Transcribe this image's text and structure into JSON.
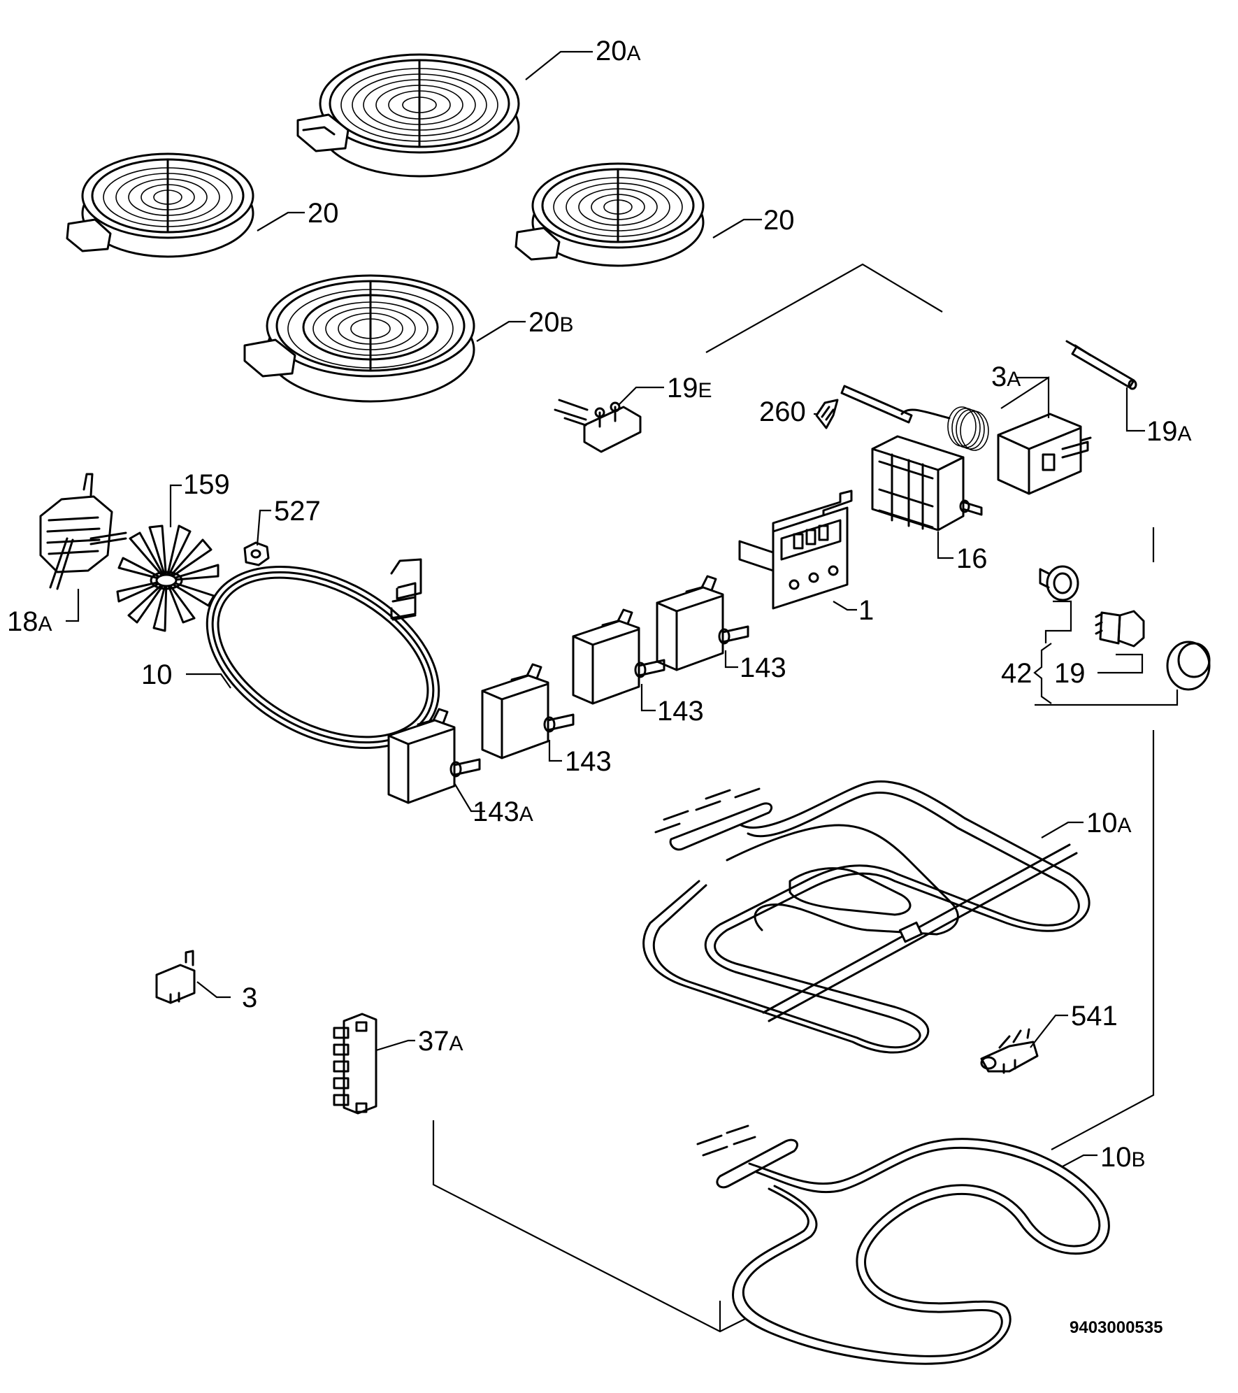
{
  "document_number": "9403000535",
  "labels": {
    "l20A": {
      "num": "20",
      "suffix": "A"
    },
    "l20_left": {
      "num": "20",
      "suffix": ""
    },
    "l20_right": {
      "num": "20",
      "suffix": ""
    },
    "l20B": {
      "num": "20",
      "suffix": "B"
    },
    "l19E": {
      "num": "19",
      "suffix": "E"
    },
    "l260": {
      "num": "260",
      "suffix": ""
    },
    "l3A": {
      "num": "3",
      "suffix": "A"
    },
    "l19A": {
      "num": "19",
      "suffix": "A"
    },
    "l159": {
      "num": "159",
      "suffix": ""
    },
    "l527": {
      "num": "527",
      "suffix": ""
    },
    "l18A": {
      "num": "18",
      "suffix": "A"
    },
    "l16": {
      "num": "16",
      "suffix": ""
    },
    "l1": {
      "num": "1",
      "suffix": ""
    },
    "l143_1": {
      "num": "143",
      "suffix": ""
    },
    "l143_2": {
      "num": "143",
      "suffix": ""
    },
    "l143_3": {
      "num": "143",
      "suffix": ""
    },
    "l143A": {
      "num": "143",
      "suffix": "A"
    },
    "l42": {
      "num": "42",
      "suffix": ""
    },
    "l19": {
      "num": "19",
      "suffix": ""
    },
    "l10": {
      "num": "10",
      "suffix": ""
    },
    "l10A": {
      "num": "10",
      "suffix": "A"
    },
    "l3": {
      "num": "3",
      "suffix": ""
    },
    "l541": {
      "num": "541",
      "suffix": ""
    },
    "l37A": {
      "num": "37",
      "suffix": "A"
    },
    "l10B": {
      "num": "10",
      "suffix": "B"
    }
  }
}
